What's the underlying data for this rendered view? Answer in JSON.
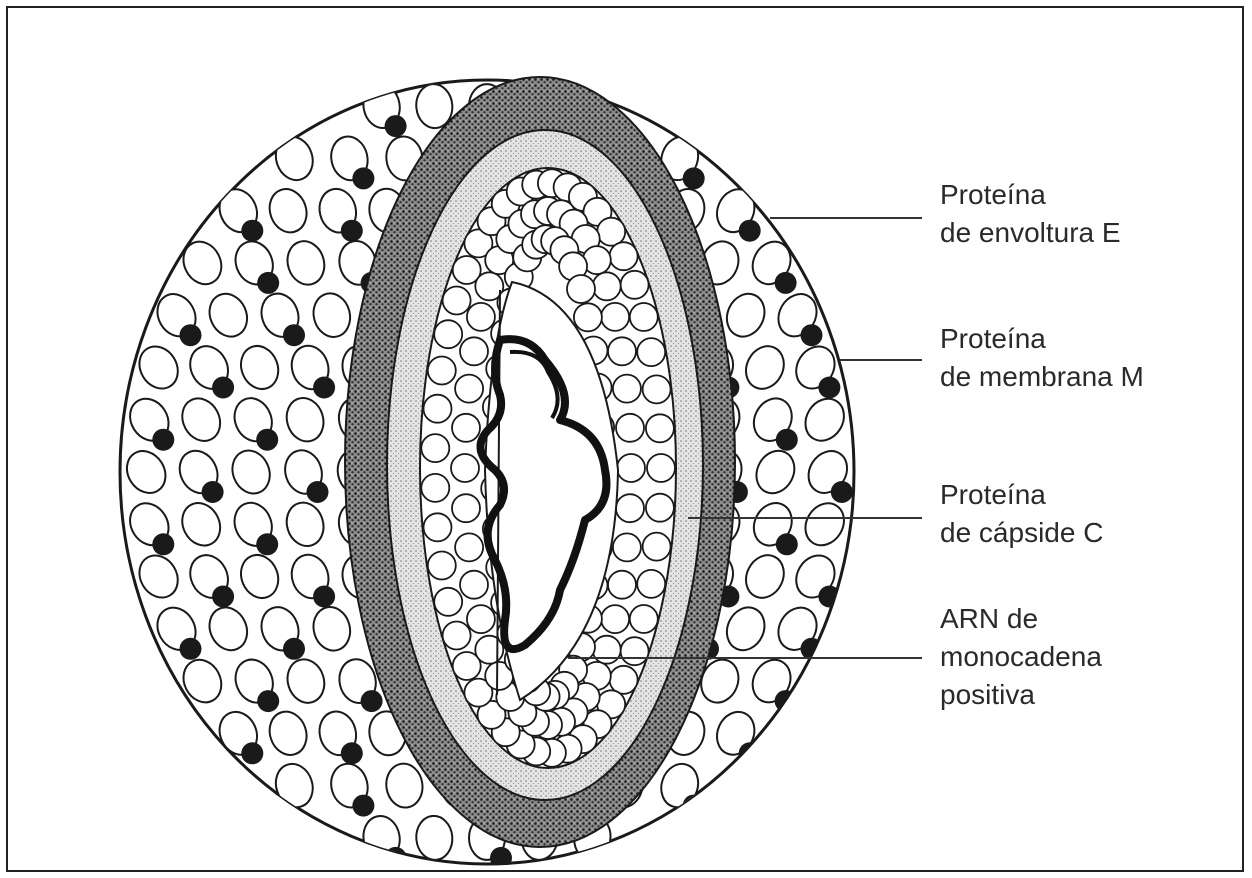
{
  "labels": {
    "envelope_protein": "Proteína\nde envoltura E",
    "membrane_protein": "Proteína\nde membrana M",
    "capsid_protein": "Proteína\nde cápside C",
    "rna": "ARN de\nmonocadena\npositiva"
  },
  "colors": {
    "ink": "#1a1a1a",
    "background": "#ffffff"
  }
}
